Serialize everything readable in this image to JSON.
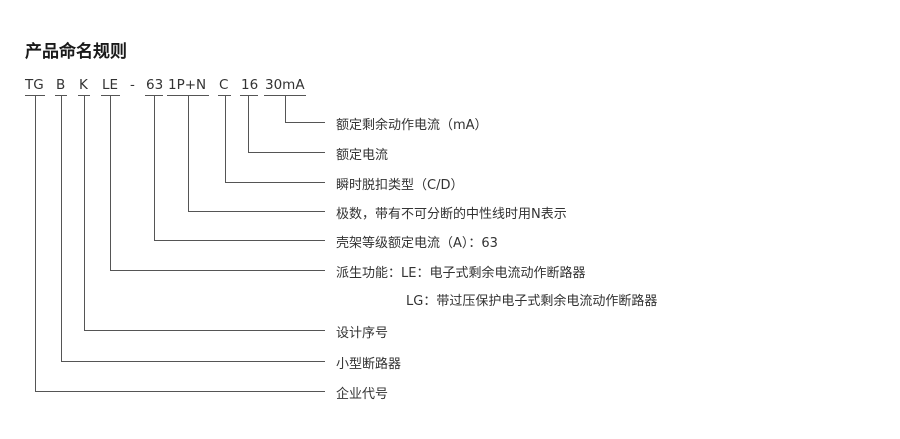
{
  "title": "产品命名规则",
  "codes": [
    "TG",
    "B",
    "K",
    "LE",
    "-",
    "63",
    "1P+N",
    "C",
    "16",
    "30mA"
  ],
  "descriptions": [
    "额定剩余动作电流（mA）",
    "额定电流",
    "瞬时脱扣类型（C/D）",
    "极数，带有不可分断的中性线时用N表示",
    "壳架等级额定电流（A）：63",
    "派生功能：LE：电子式剩余电流动作断路器",
    "LG：带过压保护电子式剩余电流动作断路器",
    "设计序号",
    "小型断路器",
    "企业代号"
  ]
}
